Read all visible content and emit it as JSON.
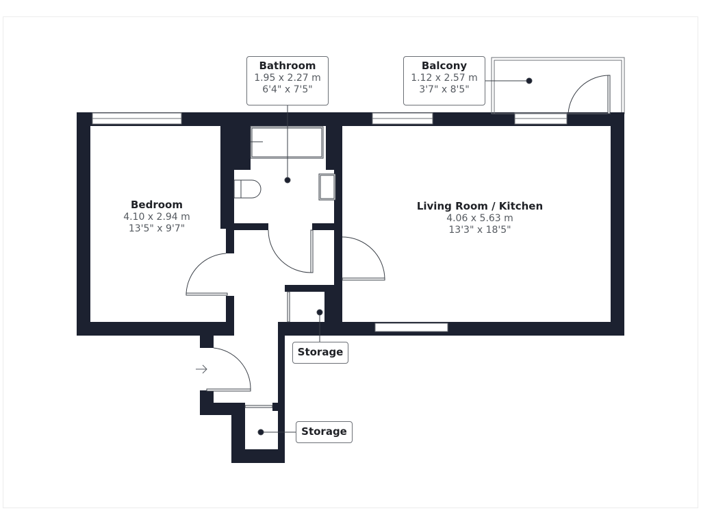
{
  "plan": {
    "wall_color": "#1c2130",
    "rooms": [
      {
        "id": "bedroom",
        "name": "Bedroom",
        "metric": "4.10 x 2.94 m",
        "imperial": "13'5\" x 9'7\""
      },
      {
        "id": "living",
        "name": "Living Room / Kitchen",
        "metric": "4.06 x 5.63 m",
        "imperial": "13'3\" x 18'5\""
      }
    ],
    "callouts": [
      {
        "id": "bathroom",
        "name": "Bathroom",
        "metric": "1.95 x 2.27 m",
        "imperial": "6'4\" x 7'5\""
      },
      {
        "id": "balcony",
        "name": "Balcony",
        "metric": "1.12 x 2.57 m",
        "imperial": "3'7\" x 8'5\""
      },
      {
        "id": "storage1",
        "name": "Storage"
      },
      {
        "id": "storage2",
        "name": "Storage"
      }
    ],
    "entrance_icon": "arrow-right-icon"
  }
}
